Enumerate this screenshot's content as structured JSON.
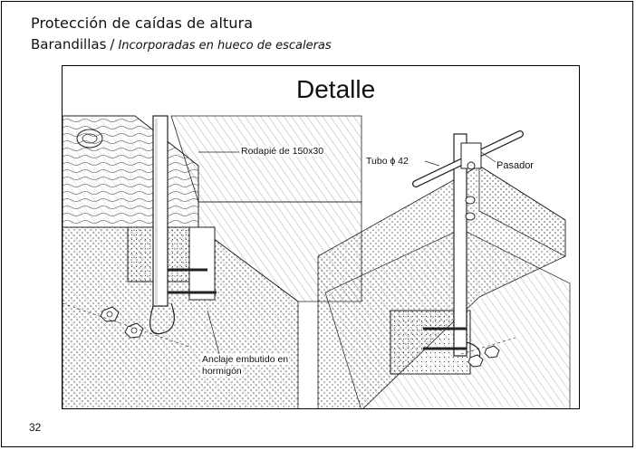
{
  "header": {
    "title": "Protección de caídas de altura",
    "subtitle_main": "Barandillas",
    "subtitle_sep": "/",
    "subtitle_italic": "Incorporadas en hueco de escaleras"
  },
  "figure": {
    "title": "Detalle",
    "labels": {
      "rodapie": "Rodapié de 150x30",
      "tubo": "Tubo",
      "diameter_symbol": "ɸ",
      "tubo_value": "42",
      "pasador": "Pasador",
      "anclaje_line1": "Anclaje embutido en",
      "anclaje_line2": "hormigón"
    }
  },
  "footer": {
    "page_number": "32"
  }
}
